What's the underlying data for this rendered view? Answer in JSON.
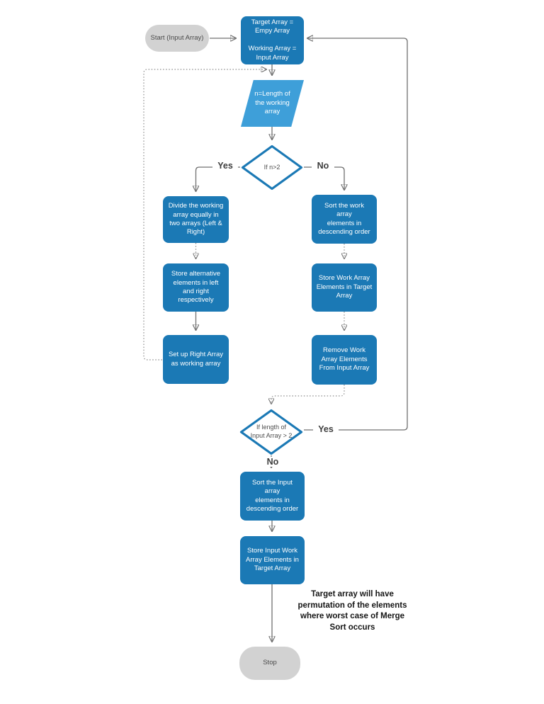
{
  "diagram": {
    "type": "flowchart",
    "colors": {
      "process_fill": "#1b79b5",
      "io_fill": "#3e9fd9",
      "decision_border": "#1b79b5",
      "terminator_fill": "#d2d2d2",
      "connector": "#707070"
    },
    "nodes": {
      "start": {
        "type": "terminator",
        "label": "Start (Input Array)"
      },
      "init": {
        "type": "process",
        "label": "Target Array =\nEmpy Array\n\nWorking Array =\nInput  Array"
      },
      "set_n": {
        "type": "io",
        "label": "n=Length of\nthe working\narray"
      },
      "decision_n": {
        "type": "decision",
        "label": "If n>2"
      },
      "divide": {
        "type": "process",
        "label": "Divide the working\narray equally in\ntwo arrays (Left &\nRight)"
      },
      "store_alt": {
        "type": "process",
        "label": "Store alternative\nelements in left\nand right\nrespectively"
      },
      "setup_right": {
        "type": "process",
        "label": "Set up Right Array\nas working array"
      },
      "sort_work": {
        "type": "process",
        "label": "Sort the work\narray\nelements in\ndescending order"
      },
      "store_work": {
        "type": "process",
        "label": "Store Work Array\nElements in Target\nArray"
      },
      "remove_work": {
        "type": "process",
        "label": "Remove Work\nArray Elements\nFrom Input Array"
      },
      "decision_len": {
        "type": "decision",
        "label": "If length of\nInput Array > 2"
      },
      "sort_input": {
        "type": "process",
        "label": "Sort the Input\narray\nelements in\ndescending order"
      },
      "store_input": {
        "type": "process",
        "label": "Store Input Work\nArray Elements in\nTarget Array"
      },
      "stop": {
        "type": "terminator",
        "label": "Stop"
      }
    },
    "edge_labels": {
      "yes1": "Yes",
      "no1": "No",
      "yes2": "Yes",
      "no2": "No"
    },
    "annotation": "Target array will have\npermutation of the elements\nwhere worst case of Merge\nSort occurs"
  }
}
